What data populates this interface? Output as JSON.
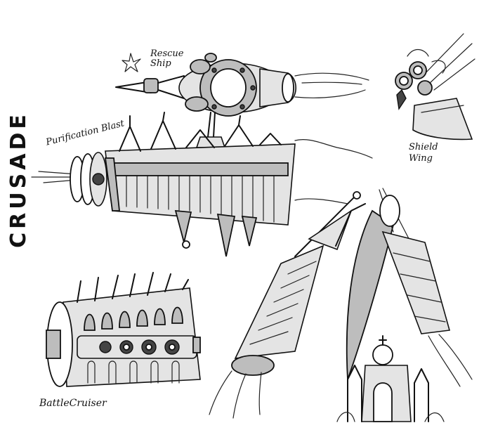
{
  "title": "CRUSADE",
  "labels": {
    "rescue_ship": "Rescue Ship",
    "purification_blast": "Purification Blast",
    "shield_wing": "Shield Wing",
    "battle_cruiser": "BattleCruiser"
  },
  "colors": {
    "ink": "#111111",
    "shading": "#bdbdbd",
    "paper": "#ffffff"
  },
  "icons": {
    "star": "star-icon"
  }
}
